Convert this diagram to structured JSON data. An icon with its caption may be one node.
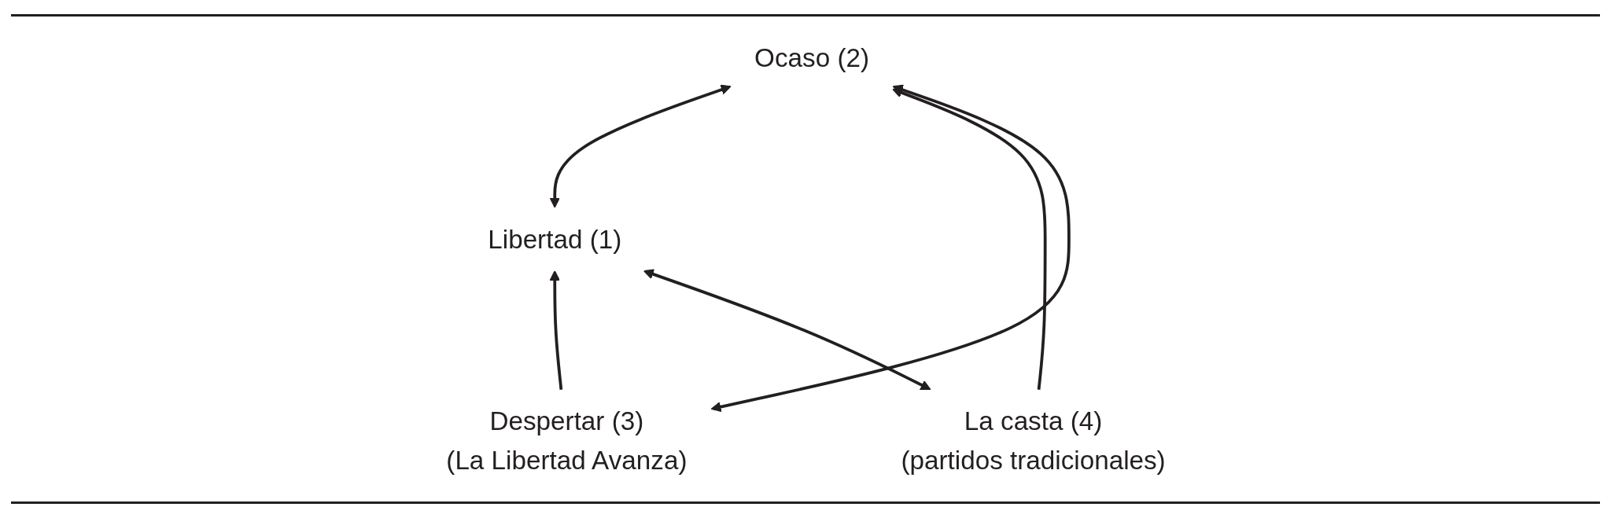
{
  "diagram": {
    "nodes": [
      {
        "text": [
          "Libertad (1)"
        ]
      },
      {
        "text": [
          "Ocaso (2)"
        ]
      },
      {
        "text": [
          "Despertar (3)",
          "(La Libertad Avanza)"
        ]
      },
      {
        "text": [
          "La casta (4)",
          "(partidos tradicionales)"
        ]
      }
    ],
    "edges": [
      {
        "from": 0,
        "to": 1,
        "arrow": "both"
      },
      {
        "from": 2,
        "to": 0,
        "arrow": "to"
      },
      {
        "from": 3,
        "to": 1,
        "arrow": "to"
      },
      {
        "from": 3,
        "to": 0,
        "arrow": "both"
      },
      {
        "from": 2,
        "to": 1,
        "arrow": "both"
      }
    ]
  }
}
